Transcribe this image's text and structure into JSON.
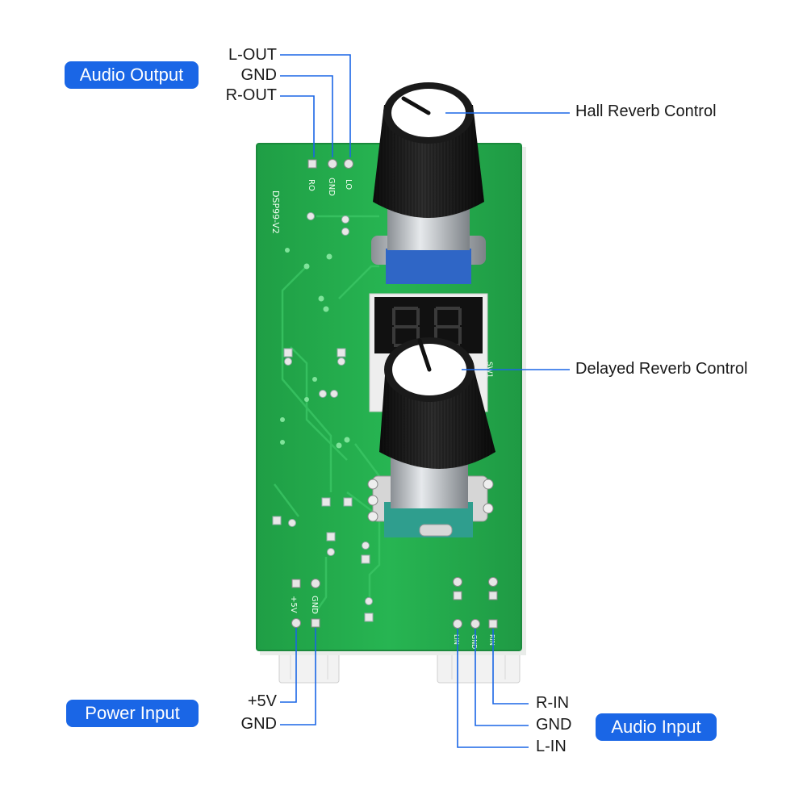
{
  "badges": {
    "audio_output": "Audio Output",
    "power_input": "Power Input",
    "audio_input": "Audio Input"
  },
  "output_pins": {
    "l_out": "L-OUT",
    "gnd": "GND",
    "r_out": "R-OUT"
  },
  "power_pins": {
    "plus5v": "+5V",
    "gnd": "GND"
  },
  "input_pins": {
    "r_in": "R-IN",
    "gnd": "GND",
    "l_in": "L-IN"
  },
  "controls": {
    "hall_reverb": "Hall Reverb Control",
    "delayed_reverb": "Delayed Reverb Control"
  },
  "silkscreen": {
    "model": "DSP99-V2",
    "ro": "RO",
    "gnd_out": "GND",
    "lo": "LO",
    "plus5v": "+5V",
    "gnd_pwr": "GND",
    "lin": "LIN",
    "gnd_in": "GND",
    "rin": "RIN",
    "sw": "SW1"
  },
  "colors": {
    "badge": "#1a66e6",
    "pcb": "#23b04e",
    "leader": "#1a66e6"
  }
}
